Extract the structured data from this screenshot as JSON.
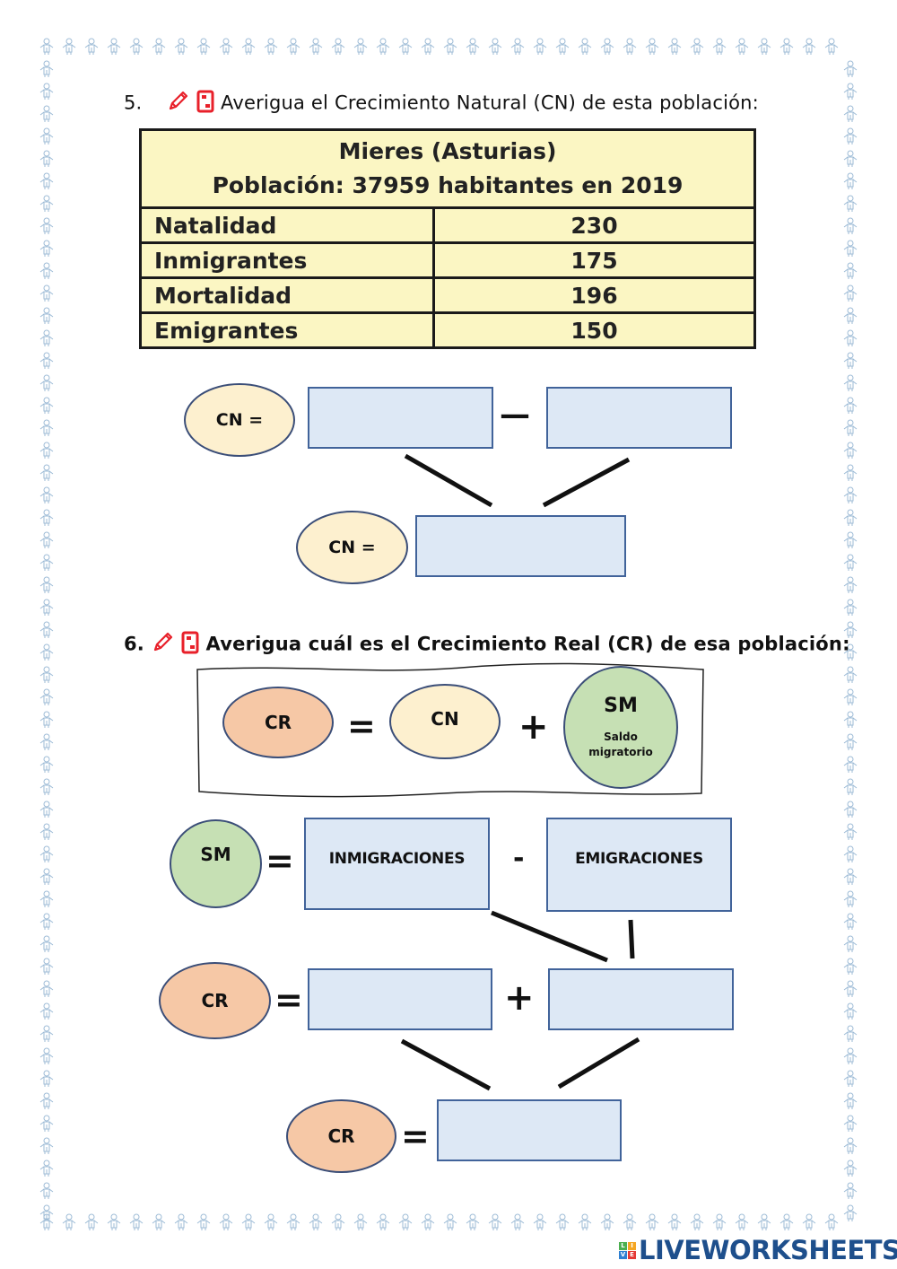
{
  "page": {
    "border_icon": "baby-figure-icon",
    "colors": {
      "box_fill": "#dde8f5",
      "box_border": "#41639a",
      "cn_fill": "#fdf0cf",
      "cr_fill": "#f6c8a6",
      "sm_fill": "#c6e0b4",
      "table_fill": "#fbf6c3",
      "icon_red": "#e8202a",
      "border_blue": "#9dbbd6"
    }
  },
  "q5": {
    "number": "5.",
    "icons": [
      "pencil-icon",
      "tablet-icon"
    ],
    "title": "Averigua el Crecimiento Natural (CN) de esta población:",
    "table": {
      "heading_line1": "Mieres (Asturias)",
      "heading_line2": "Población: 37959 habitantes en 2019",
      "rows": [
        {
          "label": "Natalidad",
          "value": "230"
        },
        {
          "label": "Inmigrantes",
          "value": "175"
        },
        {
          "label": "Mortalidad",
          "value": "196"
        },
        {
          "label": "Emigrantes",
          "value": "150"
        }
      ]
    },
    "diagram": {
      "cn_label_top": "CN =",
      "minus_sign": "—",
      "cn_label_bottom": "CN ="
    }
  },
  "q6": {
    "number": "6.",
    "icons": [
      "pencil-icon",
      "tablet-icon"
    ],
    "title": "Averigua cuál es el Crecimiento Real (CR) de esa población:",
    "formula": {
      "cr": "CR",
      "equals": "=",
      "cn": "CN",
      "plus": "+",
      "sm": "SM",
      "sm_sub_line1": "Saldo",
      "sm_sub_line2": "migratorio"
    },
    "sm_row": {
      "sm": "SM",
      "equals": "=",
      "box1_label": "INMIGRACIONES",
      "minus": "-",
      "box2_label": "EMIGRACIONES"
    },
    "cr_row": {
      "cr": "CR",
      "equals": "=",
      "plus": "+"
    },
    "cr_result": {
      "cr": "CR",
      "equals": "="
    }
  },
  "footer": {
    "logo_text": "LIVEWORKSHEETS",
    "logo_letters": [
      "L",
      "I",
      "V",
      "E"
    ]
  }
}
